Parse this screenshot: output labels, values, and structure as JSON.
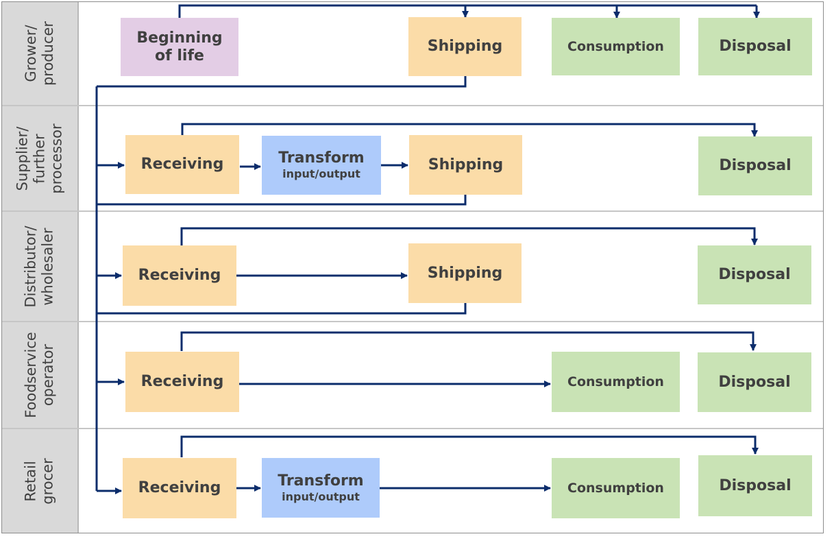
{
  "colors": {
    "shipping_receiving": "#fbdca8",
    "consumption_disposal": "#c9e3b5",
    "transform": "#aecbfb",
    "beginning": "#e3cde5",
    "arrow": "#0b2c6b",
    "lane_label_bg": "#d9d9d9"
  },
  "lanes": [
    {
      "label": "Grower/\nproducer"
    },
    {
      "label": "Supplier/\nfurther\nprocessor"
    },
    {
      "label": "Distributor/\nwholesaler"
    },
    {
      "label": "Foodservice\noperator"
    },
    {
      "label": "Retail\ngrocer"
    }
  ],
  "nodes": {
    "beginning_of_life": {
      "label": "Beginning\nof life"
    },
    "grower_shipping": {
      "label": "Shipping"
    },
    "grower_consumption": {
      "label": "Consumption"
    },
    "grower_disposal": {
      "label": "Disposal"
    },
    "supplier_receiving": {
      "label": "Receiving"
    },
    "supplier_transform": {
      "label": "Transform",
      "sublabel": "input/output"
    },
    "supplier_shipping": {
      "label": "Shipping"
    },
    "supplier_disposal": {
      "label": "Disposal"
    },
    "distributor_receiving": {
      "label": "Receiving"
    },
    "distributor_shipping": {
      "label": "Shipping"
    },
    "distributor_disposal": {
      "label": "Disposal"
    },
    "foodservice_receiving": {
      "label": "Receiving"
    },
    "foodservice_consumption": {
      "label": "Consumption"
    },
    "foodservice_disposal": {
      "label": "Disposal"
    },
    "retail_receiving": {
      "label": "Receiving"
    },
    "retail_transform": {
      "label": "Transform",
      "sublabel": "input/output"
    },
    "retail_consumption": {
      "label": "Consumption"
    },
    "retail_disposal": {
      "label": "Disposal"
    }
  }
}
